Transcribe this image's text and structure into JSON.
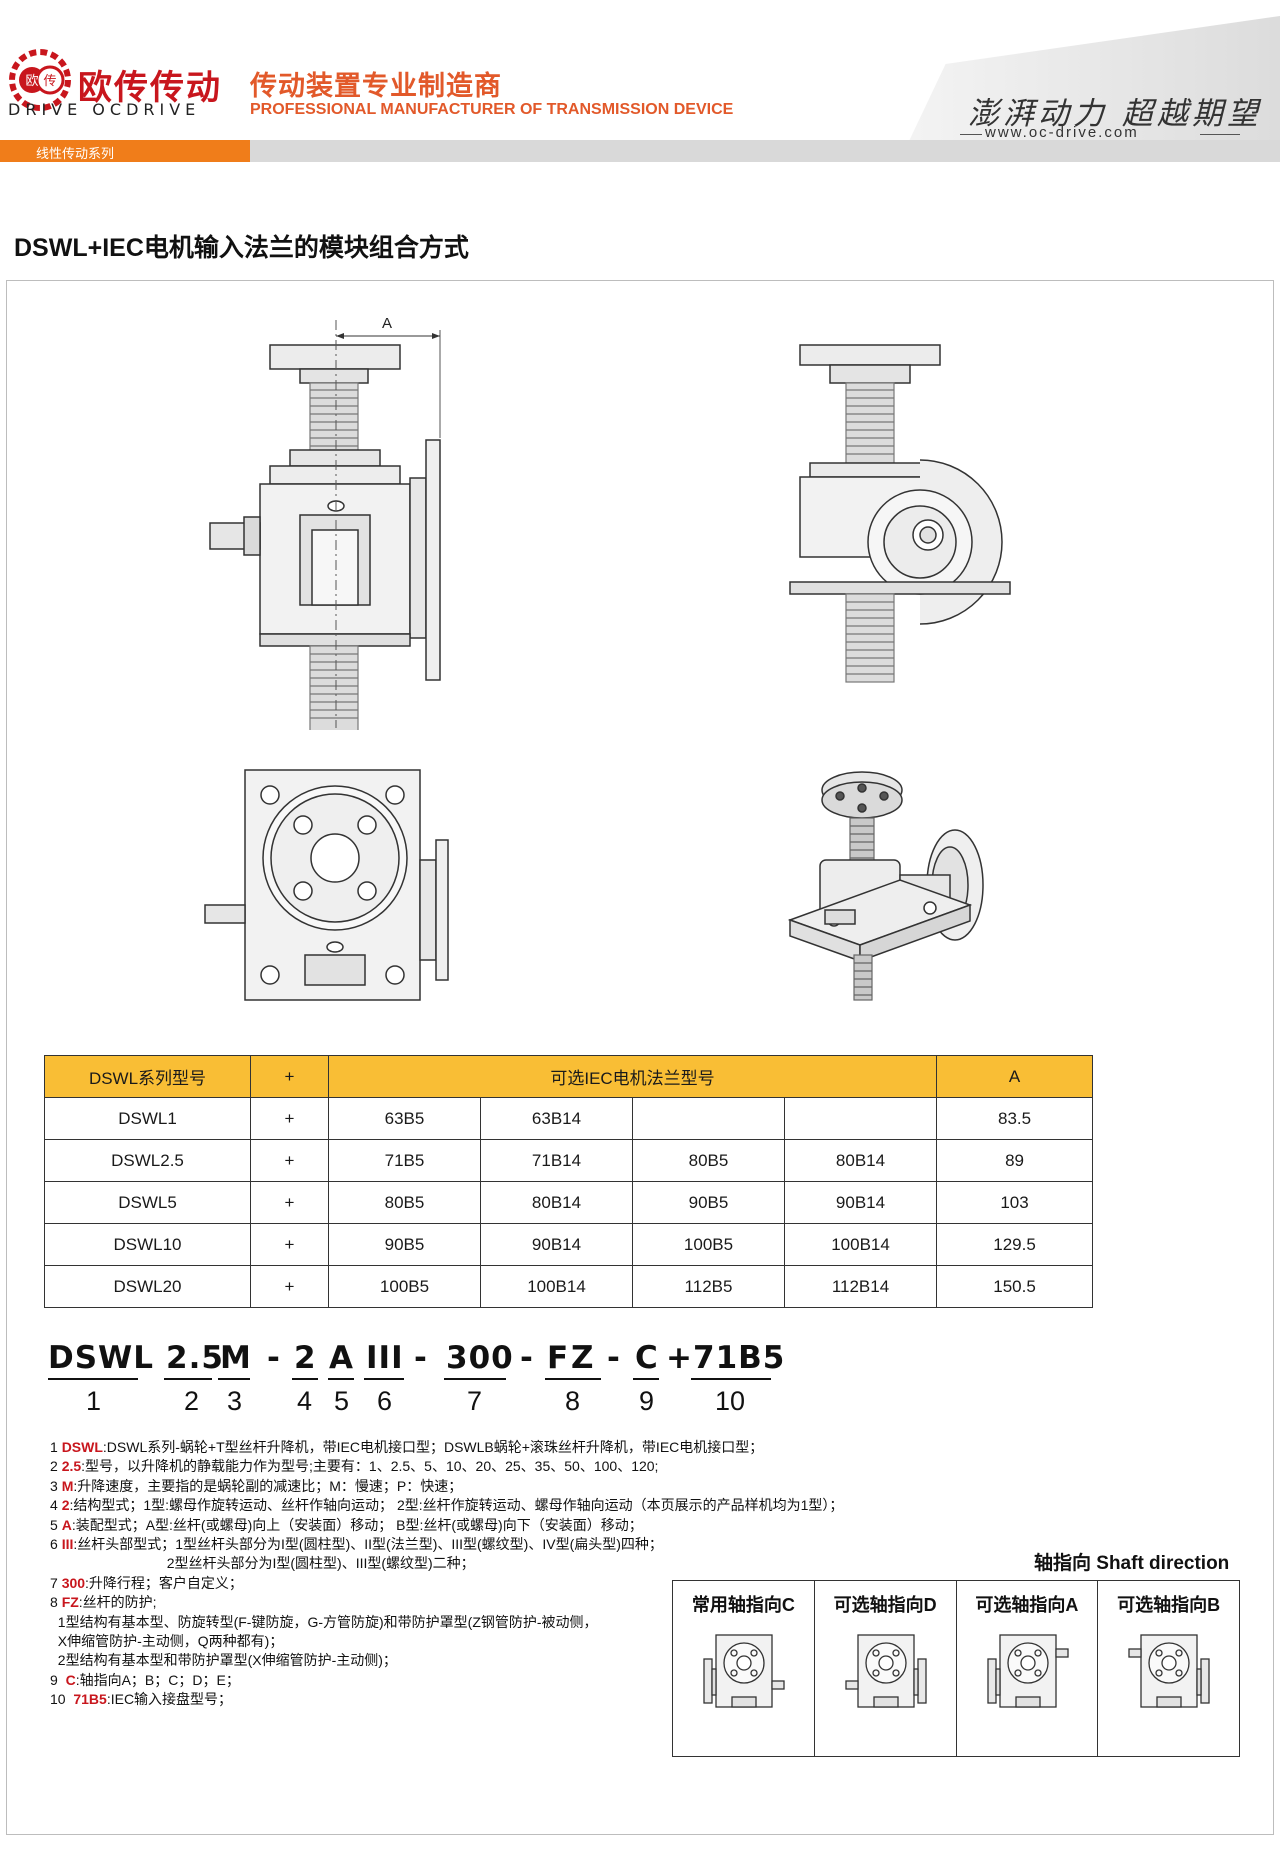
{
  "header": {
    "brand_cn": "欧传传动",
    "logo_marks": [
      "欧",
      "传"
    ],
    "brand_en": "DRIVE OCDRIVE",
    "tagline_cn": "传动装置专业制造商",
    "tagline_en": "PROFESSIONAL MANUFACTURER OF TRANSMISSION DEVICE",
    "slogan": "澎湃动力 超越期望",
    "website": "www.oc-drive.com",
    "series_tab": "线性传动系列",
    "accent_color": "#f07d1a",
    "brand_color": "#c8161d"
  },
  "page_title": "DSWL+IEC电机输入法兰的模块组合方式",
  "drawing": {
    "dimension_label": "A"
  },
  "table": {
    "headers": [
      "DSWL系列型号",
      "+",
      "可选IEC电机法兰型号",
      "A"
    ],
    "header_color": "#f9be35",
    "rows": [
      {
        "model": "DSWL1",
        "plus": "+",
        "flanges": [
          "63B5",
          "63B14",
          "",
          ""
        ],
        "a": "83.5"
      },
      {
        "model": "DSWL2.5",
        "plus": "+",
        "flanges": [
          "71B5",
          "71B14",
          "80B5",
          "80B14"
        ],
        "a": "89"
      },
      {
        "model": "DSWL5",
        "plus": "+",
        "flanges": [
          "80B5",
          "80B14",
          "90B5",
          "90B14"
        ],
        "a": "103"
      },
      {
        "model": "DSWL10",
        "plus": "+",
        "flanges": [
          "90B5",
          "90B14",
          "100B5",
          "100B14"
        ],
        "a": "129.5"
      },
      {
        "model": "DSWL20",
        "plus": "+",
        "flanges": [
          "100B5",
          "100B14",
          "112B5",
          "112B14"
        ],
        "a": "150.5"
      }
    ]
  },
  "model_code": {
    "parts": [
      "DSWL",
      "2.5",
      "M",
      "-",
      "2",
      "A",
      "III",
      "-",
      "300",
      "-",
      "F",
      "Z",
      "-",
      "C",
      "+",
      "71B5"
    ],
    "numbers": [
      "1",
      "2",
      "3",
      "4",
      "5",
      "6",
      "7",
      "8",
      "9",
      "10"
    ]
  },
  "notes": [
    {
      "no": "1 ",
      "key": "DSWL",
      "text": ":DSWL系列-蜗轮+T型丝杆升降机，带IEC电机接口型；DSWLB蜗轮+滚珠丝杆升降机，带IEC电机接口型；"
    },
    {
      "no": "2 ",
      "key": "2.5",
      "text": ":型号，以升降机的静载能力作为型号;主要有：1、2.5、5、10、20、25、35、50、100、120;"
    },
    {
      "no": "3 ",
      "key": "M",
      "text": ":升降速度，主要指的是蜗轮副的减速比；M：慢速；P：快速；"
    },
    {
      "no": "4 ",
      "key": "2",
      "text": ":结构型式；1型:螺母作旋转运动、丝杆作轴向运动；  2型:丝杆作旋转运动、螺母作轴向运动（本页展示的产品样机均为1型）；"
    },
    {
      "no": "5 ",
      "key": "A",
      "text": ":装配型式；A型:丝杆(或螺母)向上（安装面）移动；  B型:丝杆(或螺母)向下（安装面）移动；"
    },
    {
      "no": "6 ",
      "key": "III",
      "text": ":丝杆头部型式；1型丝杆头部分为I型(圆柱型)、II型(法兰型)、III型(螺纹型)、IV型(扁头型)四种；"
    },
    {
      "no": "",
      "key": "",
      "text": "                              2型丝杆头部分为I型(圆柱型)、III型(螺纹型)二种；"
    },
    {
      "no": "7 ",
      "key": "300",
      "text": ":升降行程；客户自定义；"
    },
    {
      "no": "8 ",
      "key": "FZ",
      "text": ":丝杆的防护;"
    },
    {
      "no": "",
      "key": "",
      "text": "  1型结构有基本型、防旋转型(F-键防旋，G-方管防旋)和带防护罩型(Z钢管防护-被动侧，"
    },
    {
      "no": "",
      "key": "",
      "text": "  X伸缩管防护-主动侧，Q两种都有)；"
    },
    {
      "no": "",
      "key": "",
      "text": "  2型结构有基本型和带防护罩型(X伸缩管防护-主动侧)；"
    },
    {
      "no": "9  ",
      "key": "C",
      "text": ":轴指向A；B；C；D；E；"
    },
    {
      "no": "10  ",
      "key": "71B5",
      "text": ":IEC输入接盘型号；"
    }
  ],
  "shaft": {
    "title": "轴指向  Shaft direction",
    "options": [
      {
        "label": "常用轴指向C",
        "dir": "right"
      },
      {
        "label": "可选轴指向D",
        "dir": "left"
      },
      {
        "label": "可选轴指向A",
        "dir": "right"
      },
      {
        "label": "可选轴指向B",
        "dir": "left"
      }
    ]
  }
}
